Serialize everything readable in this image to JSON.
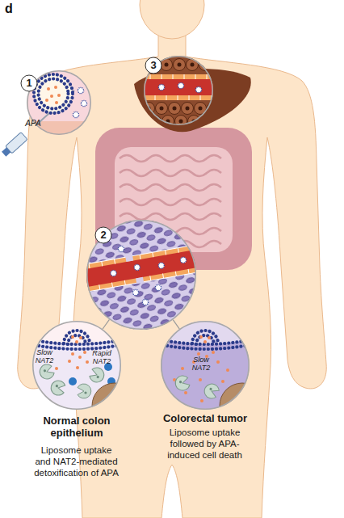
{
  "diagram": {
    "nodes": [
      {
        "text": [
          "1",
          "APA"
        ]
      },
      {
        "text": [
          "2"
        ]
      },
      {
        "text": [
          "3"
        ]
      },
      {
        "text": [
          "Slow NAT2",
          "Rapid NAT2",
          "Normal colon epithelium",
          "Liposome uptake and NAT2-mediated detoxification of APA"
        ]
      },
      {
        "text": [
          "Slow NAT2",
          "Colorectal tumor",
          "Liposome uptake followed by APA-induced cell death"
        ]
      }
    ],
    "edges": [
      {
        "from": 1,
        "to": 3,
        "arrow": "none"
      },
      {
        "from": 1,
        "to": 4,
        "arrow": "none"
      }
    ],
    "labels": [
      "d"
    ]
  }
}
